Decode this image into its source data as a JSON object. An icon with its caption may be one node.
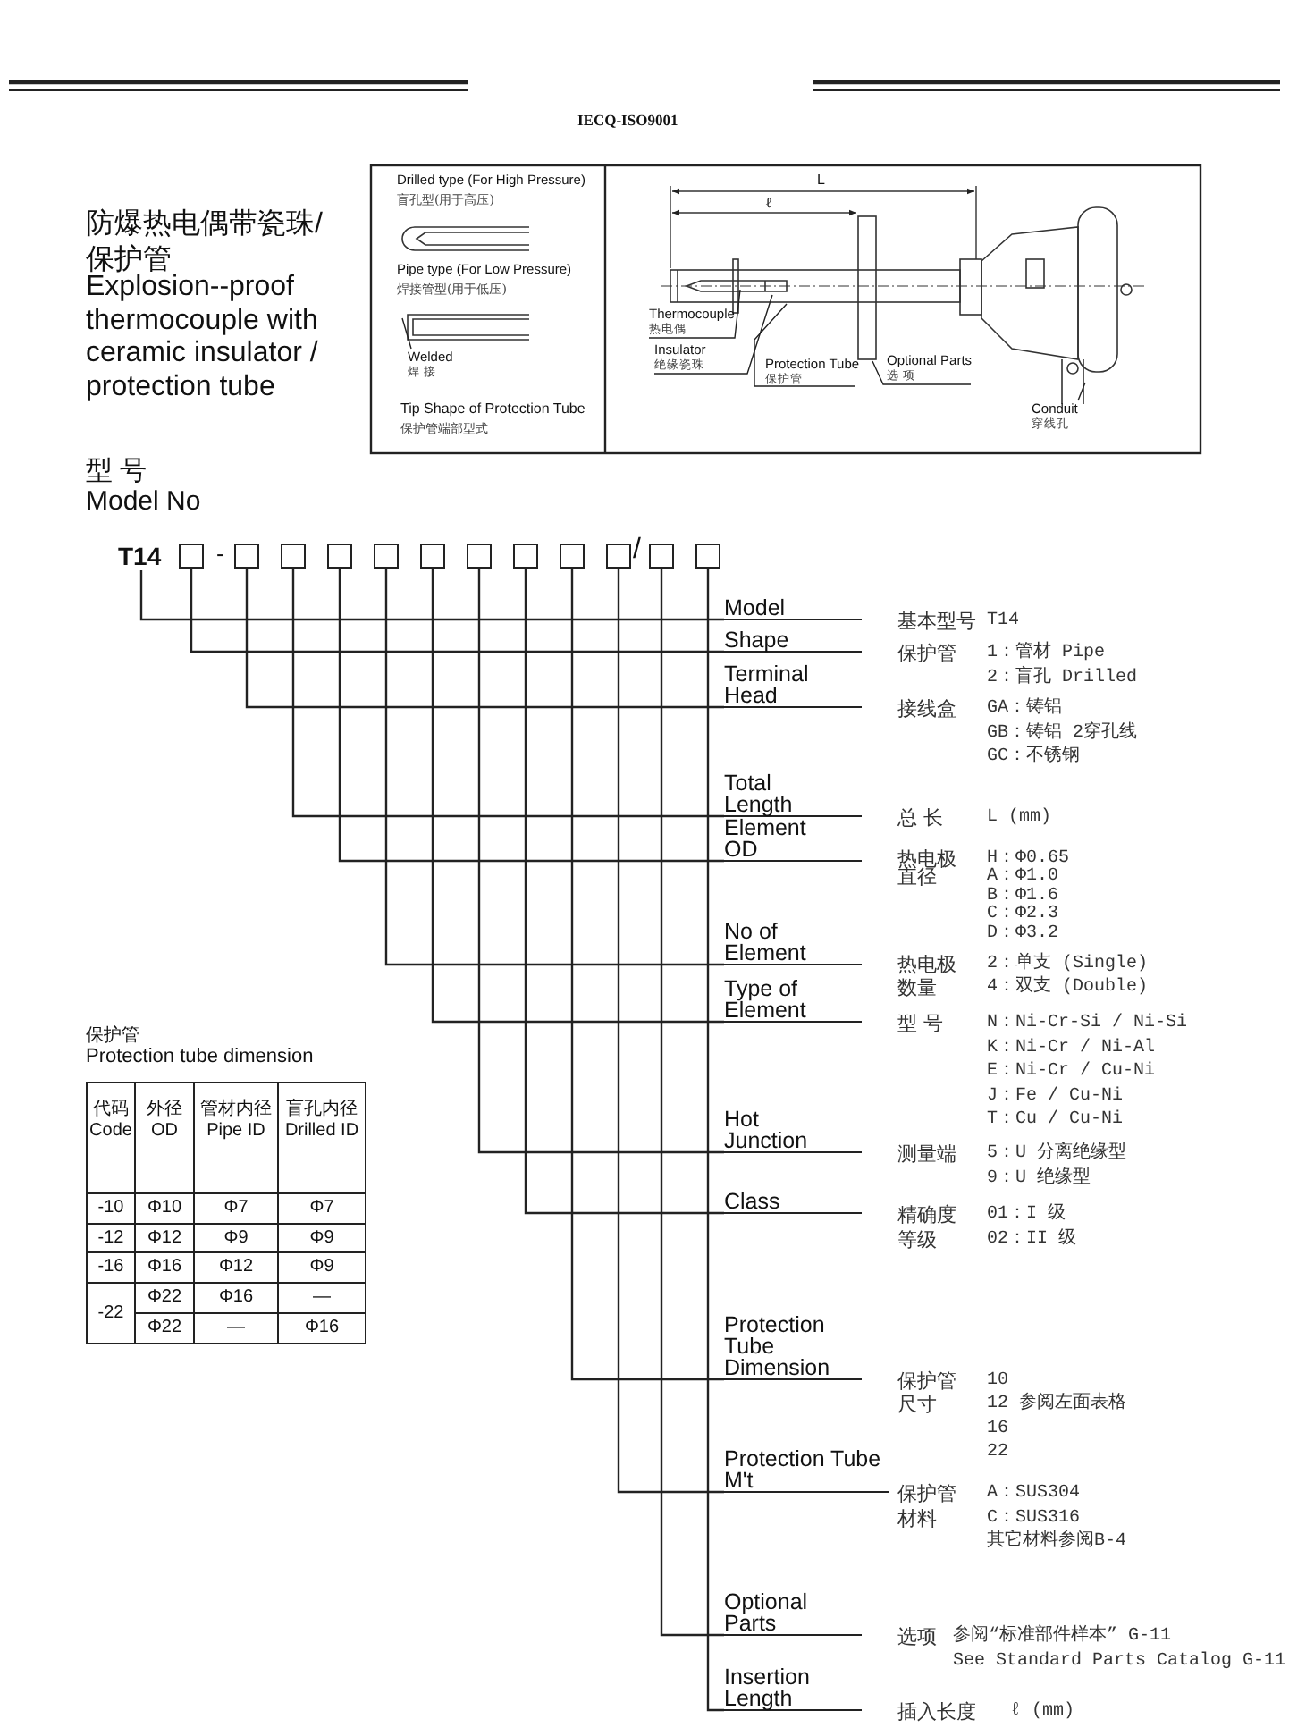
{
  "diagram": {
    "nodes": [
      {
        "text": [
          "Welded",
          "焊 接"
        ]
      },
      {
        "text": [
          "Thermocouple",
          "热电偶"
        ]
      },
      {
        "text": [
          "Insulator",
          "绝缘瓷珠"
        ]
      },
      {
        "text": [
          "Protection Tube",
          "保护管"
        ]
      },
      {
        "text": [
          "Optional Parts",
          "选 项"
        ]
      },
      {
        "text": [
          "Conduit",
          "穿线孔"
        ]
      },
      {
        "text": [
          "T14"
        ]
      },
      {
        "text": [],
        "shape": "box"
      },
      {
        "text": [],
        "shape": "box"
      },
      {
        "text": [],
        "shape": "box"
      },
      {
        "text": [],
        "shape": "box"
      },
      {
        "text": [],
        "shape": "box"
      },
      {
        "text": [],
        "shape": "box"
      },
      {
        "text": [],
        "shape": "box"
      },
      {
        "text": [],
        "shape": "box"
      },
      {
        "text": [],
        "shape": "box"
      },
      {
        "text": [],
        "shape": "box"
      },
      {
        "text": [],
        "shape": "box"
      },
      {
        "text": [],
        "shape": "box"
      },
      {
        "text": [
          "Model"
        ],
        "beside": [
          "基本型号",
          "T14"
        ]
      },
      {
        "text": [
          "Shape"
        ],
        "beside": [
          "保护管",
          "1：管材 Pipe",
          "2：盲孔 Drilled"
        ]
      },
      {
        "text": [
          "Terminal Head"
        ],
        "beside": [
          "接线盒",
          "GA：铸铝",
          "GB：铸铝 2穿孔线",
          "GC：不锈钢"
        ]
      },
      {
        "text": [
          "Total Length"
        ],
        "beside": [
          "总 长",
          "L (mm)"
        ]
      },
      {
        "text": [
          "Element OD"
        ],
        "beside": [
          "热电极直径",
          "H：Φ0.65",
          "A：Φ1.0",
          "B：Φ1.6",
          "C：Φ2.3",
          "D：Φ3.2"
        ]
      },
      {
        "text": [
          "No of Element"
        ],
        "beside": [
          "热电极数量",
          "2：单支 (Single)",
          "4：双支 (Double)"
        ]
      },
      {
        "text": [
          "Type of Element"
        ],
        "beside": [
          "型 号",
          "N：Ni-Cr-Si / Ni-Si",
          "K：Ni-Cr / Ni-Al",
          "E：Ni-Cr / Cu-Ni",
          "J：Fe / Cu-Ni",
          "T：Cu / Cu-Ni"
        ]
      },
      {
        "text": [
          "Hot Junction"
        ],
        "beside": [
          "测量端",
          "5：U 分离绝缘型",
          "9：U 绝缘型"
        ]
      },
      {
        "text": [
          "Class"
        ],
        "beside": [
          "精确度等级",
          "01：I 级",
          "02：II 级"
        ]
      },
      {
        "text": [
          "Protection Tube Dimension"
        ],
        "beside": [
          "保护管尺寸",
          "10",
          "12 参阅左面表格",
          "16",
          "22"
        ]
      },
      {
        "text": [
          "Protection Tube M't"
        ],
        "beside": [
          "保护管材料",
          "A：SUS304",
          "C：SUS316",
          "其它材料参阅B-4"
        ]
      },
      {
        "text": [
          "Optional Parts"
        ],
        "beside": [
          "选项",
          "参阅“标准部件样本” G-11",
          "See Standard Parts Catalog G-11"
        ]
      },
      {
        "text": [
          "Insertion Length"
        ],
        "beside": [
          "插入长度",
          "ℓ (mm)"
        ]
      }
    ],
    "edges": [
      {
        "from": 6,
        "to": 19,
        "arrow": "none"
      },
      {
        "from": 7,
        "to": 20,
        "arrow": "none"
      },
      {
        "from": 8,
        "to": 21,
        "arrow": "none"
      },
      {
        "from": 9,
        "to": 22,
        "arrow": "none"
      },
      {
        "from": 10,
        "to": 23,
        "arrow": "none"
      },
      {
        "from": 11,
        "to": 24,
        "arrow": "none"
      },
      {
        "from": 12,
        "to": 25,
        "arrow": "none"
      },
      {
        "from": 13,
        "to": 26,
        "arrow": "none"
      },
      {
        "from": 14,
        "to": 27,
        "arrow": "none"
      },
      {
        "from": 15,
        "to": 28,
        "arrow": "none"
      },
      {
        "from": 16,
        "to": 29,
        "arrow": "none"
      },
      {
        "from": 17,
        "to": 30,
        "arrow": "none"
      },
      {
        "from": 18,
        "to": 31,
        "arrow": "none"
      },
      {
        "from": 0,
        "to": null,
        "arrow": "none"
      },
      {
        "from": 1,
        "to": null,
        "arrow": "none"
      },
      {
        "from": 2,
        "to": null,
        "arrow": "none"
      },
      {
        "from": 3,
        "to": null,
        "arrow": "none"
      },
      {
        "from": 4,
        "to": null,
        "arrow": "none"
      },
      {
        "from": 5,
        "to": null,
        "arrow": "none"
      }
    ],
    "labels": [
      "IECQ-ISO9001",
      "Drilled type (For High Pressure)",
      "盲孔型(用于高压)",
      "Pipe type (For Low Pressure)",
      "焊接管型(用于低压)",
      "Tip Shape of Protection Tube",
      "保护管端部型式",
      "L",
      "ℓ",
      "防爆热电偶带瓷珠/保护管",
      "Explosion--proof thermocouple with ceramic insulator / protection tube",
      "型 号",
      "Model No",
      "-",
      "/",
      "保护管",
      "Protection tube dimension",
      "代码 Code",
      "外径 OD",
      "管材内径 Pipe ID",
      "盲孔内径 Drilled ID",
      "-10",
      "Φ10",
      "Φ7",
      "Φ7",
      "-12",
      "Φ12",
      "Φ9",
      "Φ9",
      "-16",
      "Φ16",
      "Φ12",
      "Φ9",
      "-22",
      "Φ22",
      "Φ16",
      "—",
      "Φ22",
      "—",
      "Φ16"
    ]
  }
}
